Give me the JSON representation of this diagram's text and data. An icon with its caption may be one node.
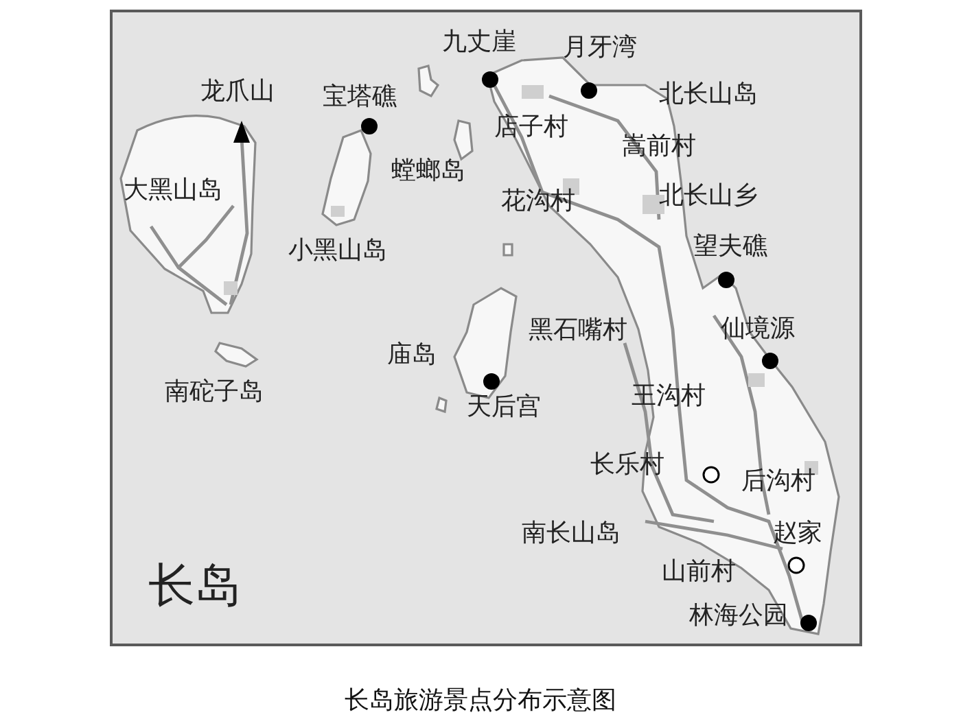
{
  "diagram": {
    "caption": "长岛旅游景点分布示意图",
    "labels": [
      "九丈崖",
      "月牙湾",
      "龙爪山",
      "宝塔礁",
      "北长山岛",
      "店子村",
      "嵩前村",
      "螳螂岛",
      "大黑山岛",
      "花沟村",
      "北长山乡",
      "小黑山岛",
      "望夫礁",
      "黑石嘴村",
      "仙境源",
      "庙岛",
      "南砣子岛",
      "王沟村",
      "天后宫",
      "长乐村",
      "后沟村",
      "南长山岛",
      "赵家",
      "山前村",
      "林海公园",
      "长岛"
    ]
  }
}
